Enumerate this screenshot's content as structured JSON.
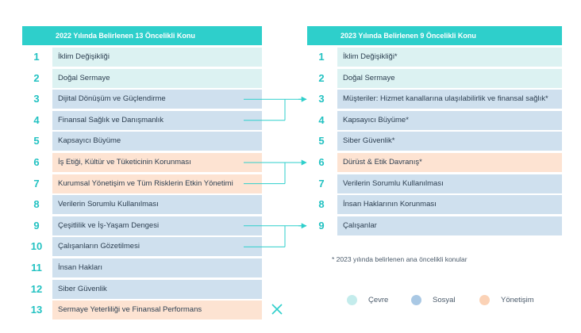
{
  "left_panel": {
    "header": "2022 Yılında Belirlenen 13 Öncelikli Konu",
    "items": [
      {
        "num": "1",
        "label": "İklim Değişikliği",
        "category": "env"
      },
      {
        "num": "2",
        "label": "Doğal Sermaye",
        "category": "env"
      },
      {
        "num": "3",
        "label": "Dijital Dönüşüm ve Güçlendirme",
        "category": "soc"
      },
      {
        "num": "4",
        "label": "Finansal Sağlık ve Danışmanlık",
        "category": "soc"
      },
      {
        "num": "5",
        "label": "Kapsayıcı Büyüme",
        "category": "soc"
      },
      {
        "num": "6",
        "label": "İş Etiği, Kültür ve Tüketicinin Korunması",
        "category": "gov"
      },
      {
        "num": "7",
        "label": "Kurumsal Yönetişim ve Tüm Risklerin Etkin Yönetimi",
        "category": "gov"
      },
      {
        "num": "8",
        "label": "Verilerin Sorumlu Kullanılması",
        "category": "soc"
      },
      {
        "num": "9",
        "label": "Çeşitlilik ve İş-Yaşam Dengesi",
        "category": "soc"
      },
      {
        "num": "10",
        "label": "Çalışanların Gözetilmesi",
        "category": "soc"
      },
      {
        "num": "11",
        "label": "İnsan Hakları",
        "category": "soc"
      },
      {
        "num": "12",
        "label": "Siber Güvenlik",
        "category": "soc"
      },
      {
        "num": "13",
        "label": "Sermaye Yeterliliği ve Finansal Performans",
        "category": "gov"
      }
    ]
  },
  "right_panel": {
    "header": "2023 Yılında Belirlenen 9 Öncelikli Konu",
    "items": [
      {
        "num": "1",
        "label": "İklim Değişikliği*",
        "category": "env"
      },
      {
        "num": "2",
        "label": "Doğal Sermaye",
        "category": "env"
      },
      {
        "num": "3",
        "label": "Müşteriler: Hizmet kanallarına ulaşılabilirlik ve finansal sağlık*",
        "category": "soc"
      },
      {
        "num": "4",
        "label": "Kapsayıcı Büyüme*",
        "category": "soc"
      },
      {
        "num": "5",
        "label": "Siber Güvenlik*",
        "category": "soc"
      },
      {
        "num": "6",
        "label": "Dürüst & Etik Davranış*",
        "category": "gov"
      },
      {
        "num": "7",
        "label": "Verilerin Sorumlu Kullanılması",
        "category": "soc"
      },
      {
        "num": "8",
        "label": "İnsan Haklarının Korunması",
        "category": "soc"
      },
      {
        "num": "9",
        "label": "Çalışanlar",
        "category": "soc"
      }
    ]
  },
  "merges": [
    {
      "from": [
        3,
        4
      ],
      "to": 3
    },
    {
      "from": [
        6,
        7
      ],
      "to": 6
    },
    {
      "from": [
        9,
        10
      ],
      "to": 9
    }
  ],
  "removed_item": 13,
  "footnote": "* 2023 yılında belirlenen ana öncelikli konular",
  "legend": [
    {
      "label": "Çevre",
      "color": "#c4ecec"
    },
    {
      "label": "Sosyal",
      "color": "#a9c8e4"
    },
    {
      "label": "Yönetişim",
      "color": "#fbd2b6"
    }
  ],
  "colors": {
    "accent": "#2ecfcb",
    "env": "#dcf2f2",
    "soc": "#cfe0ee",
    "gov": "#fde3d2"
  }
}
